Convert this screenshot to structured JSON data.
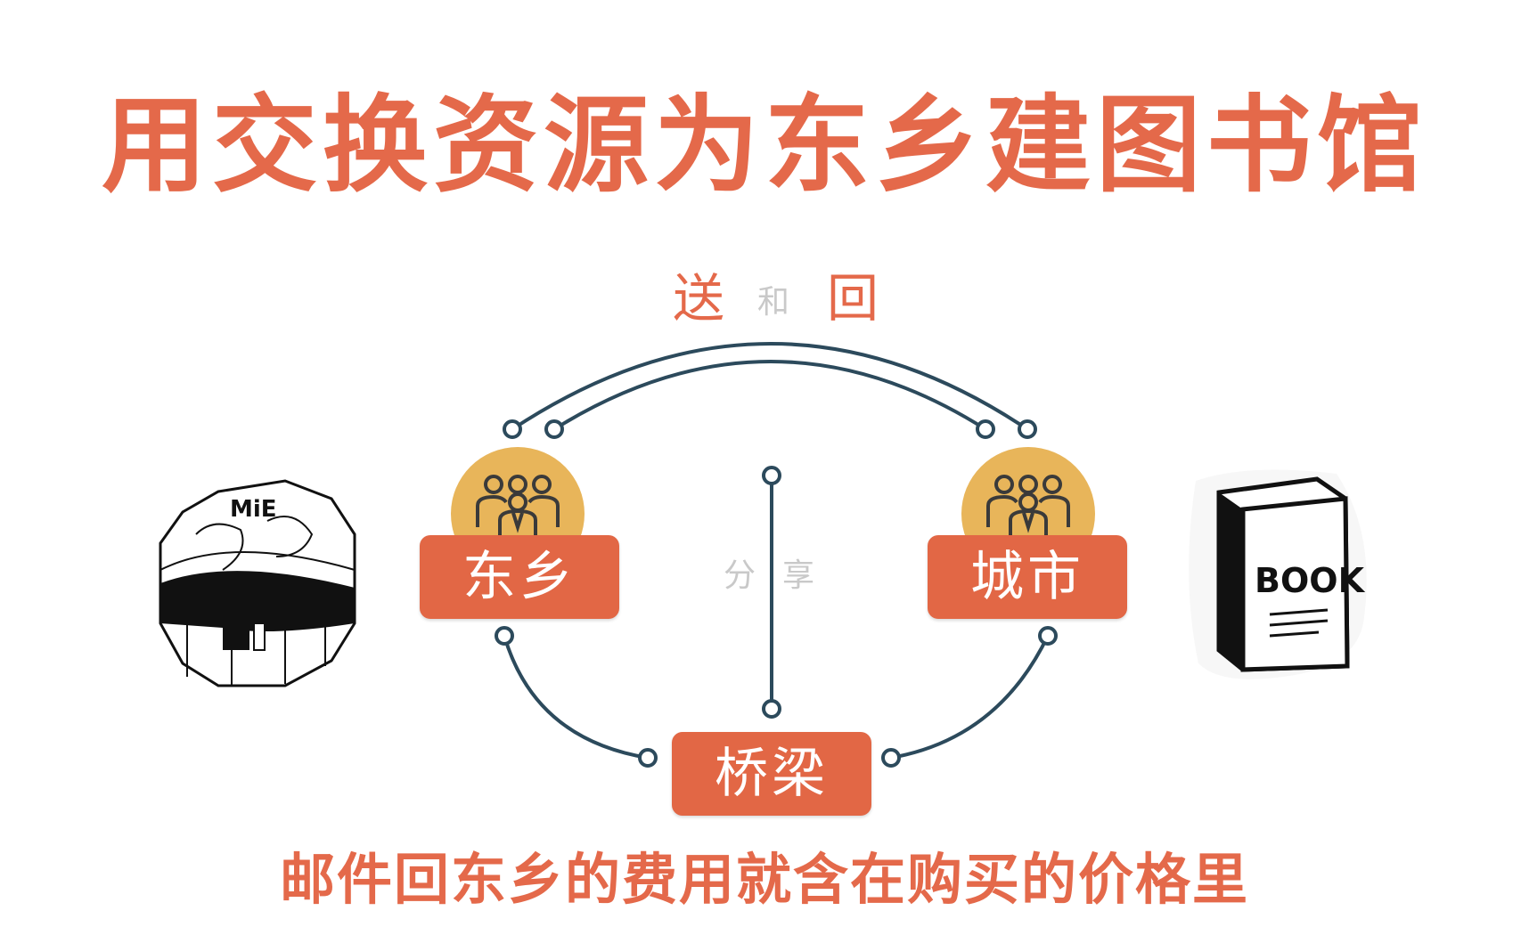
{
  "title": "用交换资源为东乡建图书馆",
  "labels": {
    "send": "送",
    "and": "和",
    "return": "回",
    "share_1": "分",
    "share_2": "享"
  },
  "nodes": {
    "dongxiang": "东乡",
    "city": "城市",
    "bridge": "桥梁"
  },
  "book_text": "BOOK",
  "box_text": "MiE",
  "footer": "邮件回东乡的费用就含在购买的价格里",
  "colors": {
    "accent": "#e4694a",
    "node_fill": "#e26745",
    "people_circle": "#e8b55a",
    "connector": "#2c4a5c",
    "muted_label": "#c9c9c9"
  },
  "icons": [
    "people-group-icon",
    "octagon-box-illustration",
    "book-illustration"
  ]
}
